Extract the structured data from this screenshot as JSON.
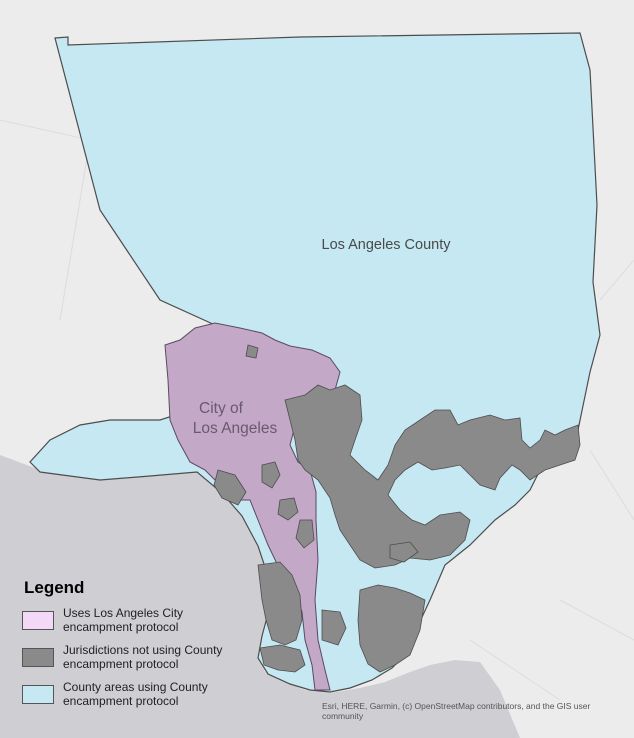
{
  "map": {
    "labels": {
      "county": "Los Angeles County",
      "city_line1": "City of",
      "city_line2": "Los Angeles"
    },
    "colors": {
      "land": "#ececec",
      "ocean": "#cfcfd3",
      "county": "#c5e8f2",
      "city": "#c3a8c8",
      "jurisdictions": "#8a8a8a",
      "border": "#4d4d4d"
    }
  },
  "legend": {
    "title": "Legend",
    "items": [
      {
        "label": "Uses Los Angeles City encampment protocol",
        "color": "#f3d9f7"
      },
      {
        "label": "Jurisdictions not using County encampment protocol",
        "color": "#8a8a8a"
      },
      {
        "label": "County areas using County encampment protocol",
        "color": "#c5e8f2"
      }
    ]
  },
  "attribution": "Esri, HERE, Garmin, (c) OpenStreetMap contributors, and the GIS user community"
}
